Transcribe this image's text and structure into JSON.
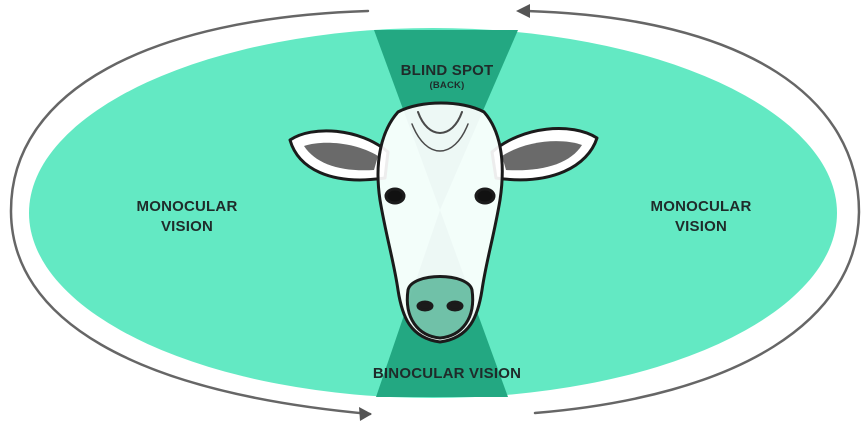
{
  "diagram": {
    "colors": {
      "background": "#ffffff",
      "monocular_field": "#63e9c3",
      "binocular_and_blind_spot": "#23a882",
      "arrows": "#666666",
      "label_text": "#1f2b2a"
    },
    "labels": {
      "blind_spot": "BLIND SPOT",
      "blind_spot_sub": "(BACK)",
      "monocular_left_line1": "MONOCULAR",
      "monocular_left_line2": "VISION",
      "monocular_right_line1": "MONOCULAR",
      "monocular_right_line2": "VISION",
      "binocular": "BINOCULAR VISION"
    },
    "icons": {
      "cow_head": "cow-head-illustration",
      "arrows": [
        "arrow-top-left",
        "arrow-top-right",
        "arrow-bottom-left",
        "arrow-bottom-right"
      ]
    }
  }
}
